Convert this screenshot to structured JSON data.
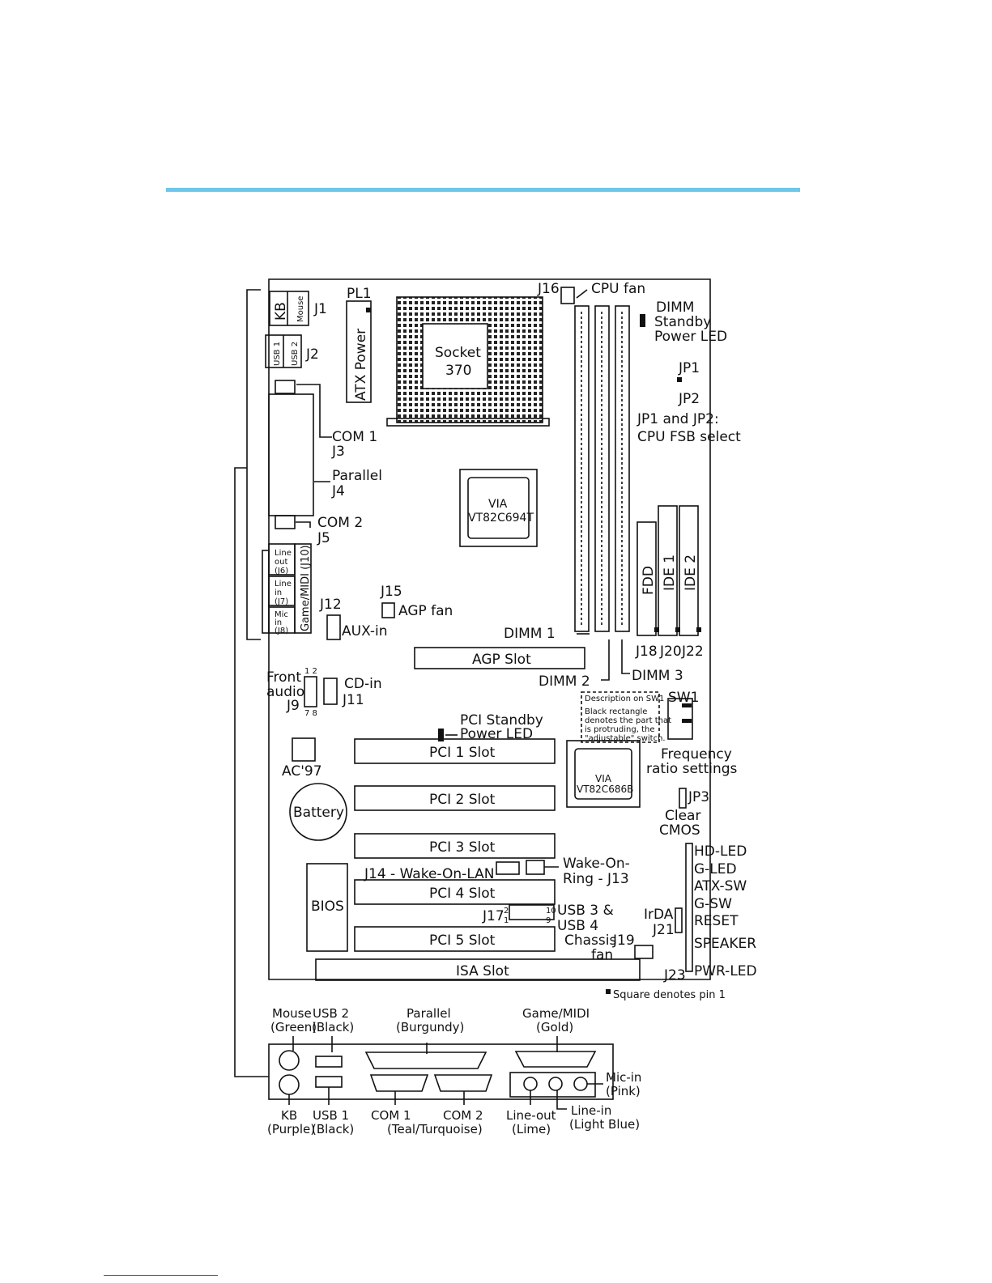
{
  "connectors": {
    "kb": "KB",
    "mouse": "Mouse",
    "j1": "J1",
    "usb1": "USB 1",
    "usb2": "USB 2",
    "j2": "J2",
    "pl1": "PL1",
    "atx_power": "ATX Power",
    "socket_line1": "Socket",
    "socket_line2": "370",
    "j16": "J16",
    "cpu_fan": "CPU fan",
    "dimm_led1": "DIMM",
    "dimm_led2": "Standby",
    "dimm_led3": "Power LED",
    "jp1": "JP1",
    "jp2": "JP2",
    "jp_desc1": "JP1 and JP2:",
    "jp_desc2": "CPU FSB select",
    "com1": "COM 1",
    "j3": "J3",
    "parallel": "Parallel",
    "j4": "J4",
    "com2": "COM 2",
    "j5": "J5",
    "via1_line1": "VIA",
    "via1_line2": "VT82C694T",
    "line_out1": "Line",
    "line_out2": "out",
    "line_out3": "(J6)",
    "line_in1": "Line",
    "line_in2": "in",
    "line_in3": "(J7)",
    "mic_in1": "Mic",
    "mic_in2": "in",
    "mic_in3": "(J8)",
    "game_midi": "Game/MIDI (J10)",
    "j15": "J15",
    "agp_fan": "AGP fan",
    "j12": "J12",
    "aux_in": "AUX-in",
    "fdd": "FDD",
    "ide1": "IDE 1",
    "ide2": "IDE 2",
    "j18": "J18",
    "j20": "J20",
    "j22": "J22",
    "dimm1": "DIMM 1",
    "dimm2": "DIMM 2",
    "dimm3": "DIMM 3",
    "agp_slot": "AGP Slot",
    "front1": "Front",
    "front2": "audio",
    "j9": "J9",
    "cd_in": "CD-in",
    "j11": "J11",
    "pin12": "1 2",
    "pin78": "7 8",
    "sw_desc_title": "Description on SW1",
    "sw_desc1": "Black rectangle",
    "sw_desc2": "denotes the part that",
    "sw_desc3": "is protruding, the",
    "sw_desc4": "\"adjustable\" switch.",
    "sw1": "SW1",
    "pci_led1": "PCI Standby",
    "pci_led2": "Power LED",
    "pci1": "PCI 1 Slot",
    "pci2": "PCI 2 Slot",
    "pci3": "PCI 3 Slot",
    "pci4": "PCI 4 Slot",
    "pci5": "PCI 5 Slot",
    "isa": "ISA Slot",
    "ac97": "AC'97",
    "battery": "Battery",
    "bios": "BIOS",
    "freq1": "Frequency",
    "freq2": "ratio settings",
    "via2_line1": "VIA",
    "via2_line2": "VT82C686B",
    "jp3": "JP3",
    "clear1": "Clear",
    "clear2": "CMOS",
    "hd_led": "HD-LED",
    "g_led": "G-LED",
    "atx_sw": "ATX-SW",
    "g_sw": "G-SW",
    "reset": "RESET",
    "speaker": "SPEAKER",
    "pwr_led": "PWR-LED",
    "irda": "IrDA",
    "j21": "J21",
    "j23": "J23",
    "j14": "J14 - Wake-On-LAN",
    "wor1": "Wake-On-",
    "wor2": "Ring - J13",
    "j17": "J17",
    "usb34_1": "USB 3 &",
    "usb34_2": "USB 4",
    "pin2": "2",
    "pin1": "1",
    "pin10": "10",
    "pin9": "9",
    "chassis1": "Chassis",
    "chassis2": "fan",
    "j19": "J19",
    "pin1_note": "Square denotes pin 1"
  },
  "rear_panel": {
    "mouse": "Mouse",
    "mouse_color": "(Green)",
    "usb2": "USB 2",
    "usb2_color": "(Black)",
    "parallel": "Parallel",
    "parallel_color": "(Burgundy)",
    "game": "Game/MIDI",
    "game_color": "(Gold)",
    "mic": "Mic-in",
    "mic_color": "(Pink)",
    "kb": "KB",
    "kb_color": "(Purple)",
    "usb1": "USB 1",
    "usb1_color": "(Black)",
    "com1": "COM 1",
    "com2": "COM 2",
    "com_color": "(Teal/Turquoise)",
    "line_out": "Line-out",
    "line_out_color": "(Lime)",
    "line_in": "Line-in",
    "line_in_color": "(Light Blue)"
  },
  "colors": {
    "accent_rule": "#6ec6ea",
    "footer_line": "#3344cc"
  }
}
